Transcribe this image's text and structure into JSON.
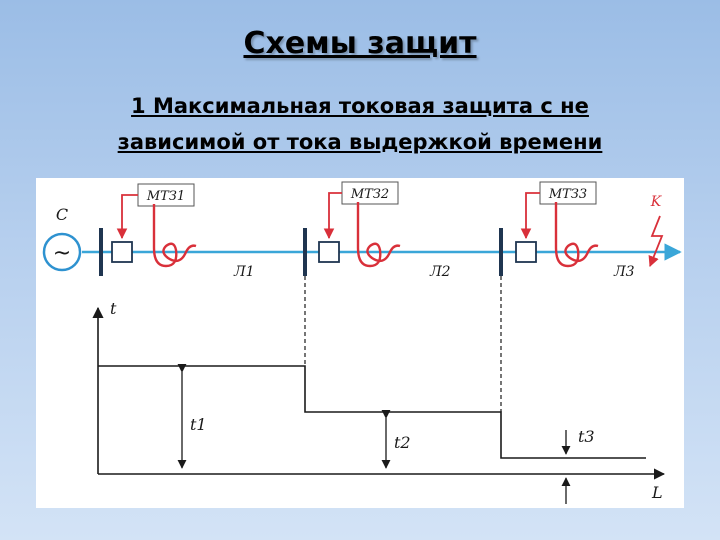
{
  "slide": {
    "title": "Схемы защит",
    "subtitle_line1": "1 Максимальная токовая защита с не",
    "subtitle_line2": "зависимой от тока выдержкой времени"
  },
  "diagram": {
    "source_label": "C",
    "generator_symbol": "~",
    "fault_label": "K",
    "relays": [
      "МТЗ1",
      "МТЗ2",
      "МТЗ3"
    ],
    "lines": [
      "Л1",
      "Л2",
      "Л3"
    ],
    "axis_t": "t",
    "axis_L": "L",
    "delays": [
      "t1",
      "t2",
      "t3"
    ],
    "colors": {
      "bus": "#3aa6d8",
      "relay": "#d9303a",
      "generator": "#2e92d0",
      "busbar": "#1f3550",
      "curve": "#1a1a1a"
    }
  }
}
